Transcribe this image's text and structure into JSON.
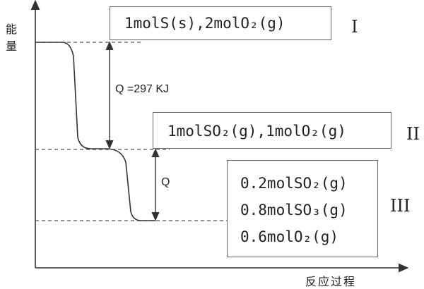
{
  "axes": {
    "y_label_char1": "能",
    "y_label_char2": "量",
    "x_label": "反应过程"
  },
  "states": [
    {
      "roman": "I",
      "lines": [
        "1molS(s),2molO₂(g)"
      ]
    },
    {
      "roman": "II",
      "lines": [
        "1molSO₂(g),1molO₂(g)"
      ]
    },
    {
      "roman": "III",
      "lines": [
        "0.2molSO₂(g)",
        "0.8molSO₃(g)",
        "0.6molO₂(g)"
      ]
    }
  ],
  "energy_gaps": {
    "first": "Q =297 KJ",
    "second": "Q"
  },
  "colors": {
    "line": "#333333",
    "dashed": "#555555",
    "box_border": "#666666"
  }
}
